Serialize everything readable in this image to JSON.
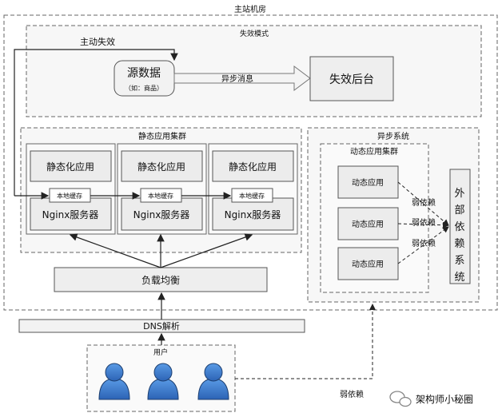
{
  "labels": {
    "main_room": "主站机房",
    "failure_mode": "失效模式",
    "active_failure": "主动失效",
    "source_data": "源数据",
    "source_example": "（如：商品）",
    "async_message": "异步消息",
    "failure_backend": "失效后台",
    "static_cluster": "静态应用集群",
    "static_app": "静态化应用",
    "local_cache": "本地缓存",
    "nginx_server": "Nginx服务器",
    "load_balance": "负载均衡",
    "async_system": "异步系统",
    "dynamic_cluster": "动态应用集群",
    "dynamic_app": "动态应用",
    "weak_dependency": "弱依赖",
    "external_system": "外部依赖系统",
    "dns": "DNS解析",
    "users": "用户",
    "watermark": "架构师小秘圈"
  },
  "colors": {
    "box_fill": "#eeeeee",
    "border": "#555555",
    "user_blue": "#3d7fd1",
    "user_dark": "#1d3f70"
  }
}
